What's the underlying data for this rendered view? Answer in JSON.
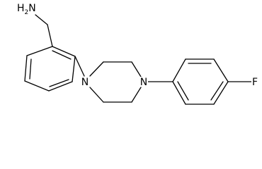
{
  "molecule": {
    "labels": {
      "amine": "H2N",
      "amine_base": "H",
      "amine_sub": "2",
      "amine_n": "N",
      "piperazine_n1": "N",
      "piperazine_n4": "N",
      "fluorine": "F"
    },
    "colors": {
      "bond": "#000000",
      "text": "#000000",
      "background": "#ffffff"
    }
  }
}
